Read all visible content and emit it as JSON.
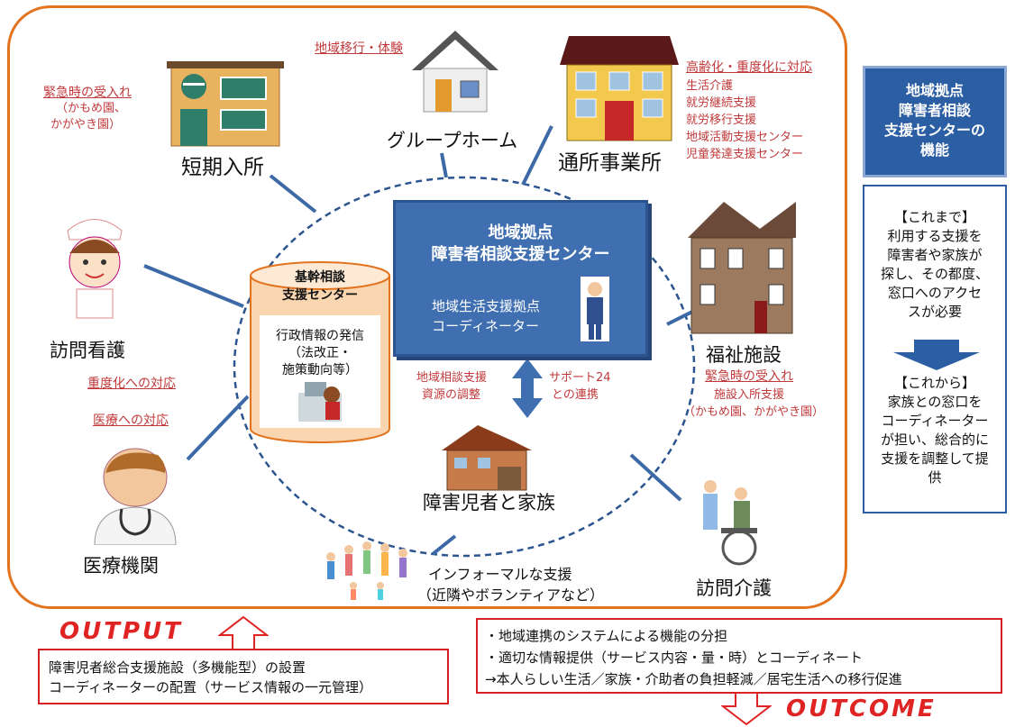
{
  "nodes": {
    "short_stay": "短期入所",
    "group_home": "グループホーム",
    "day_service": "通所事業所",
    "home_nursing": "訪問看護",
    "welfare_facility": "福祉施設",
    "family": "障害児者と家族",
    "medical": "医療機関",
    "informal_1": "インフォーマルな支援",
    "informal_2": "（近隣やボランティアなど）",
    "home_care": "訪問介護"
  },
  "annotations": {
    "emergency_title": "緊急時の受入れ",
    "emergency_1": "（かもめ園、",
    "emergency_2": "かがやき園）",
    "transition": "地域移行・体験",
    "aging_title": "高齢化・重度化に対応",
    "aging_items": [
      "生活介護",
      "就労継続支援",
      "就労移行支援",
      "地域活動支援センター",
      "児童発達支援センター"
    ],
    "severity": "重度化への対応",
    "medical_support": "医療への対応",
    "facility_emergency": "緊急時の受入れ",
    "facility_admission": "施設入所支援",
    "facility_names": "（かもめ園、かがやき園）",
    "adjust_1": "地域相談支援",
    "adjust_2": "資源の調整",
    "support24_1": "サポート24",
    "support24_2": "との連携"
  },
  "center": {
    "title_1": "地域拠点",
    "title_2": "障害者相談支援センター",
    "sub_1": "地域生活支援拠点",
    "sub_2": "コーディネーター"
  },
  "core": {
    "title_1": "基幹相談",
    "title_2": "支援センター",
    "body_1": "行政情報の発信",
    "body_2": "（法改正・",
    "body_3": "施策動向等）"
  },
  "side": {
    "title_1": "地域拠点",
    "title_2": "障害者相談",
    "title_3": "支援センターの",
    "title_4": "機能",
    "before_head": "【これまで】",
    "before_body": [
      "利用する支援を",
      "障害者や家族が",
      "探し、その都度、",
      "窓口へのアクセ",
      "スが必要"
    ],
    "after_head": "【これから】",
    "after_body": [
      "家族との窓口を",
      "コーディネーター",
      "が担い、総合的に",
      "支援を調整して提",
      "供"
    ]
  },
  "output": {
    "word": "OUTPUT",
    "lines": [
      "障害児者総合支援施設（多機能型）の設置",
      "コーディネーターの配置（サービス情報の一元管理）"
    ]
  },
  "outcome": {
    "word": "OUTCOME",
    "lines": [
      "・地域連携のシステムによる機能の分担",
      "・適切な情報提供（サービス内容・量・時）とコーディネート",
      "→本人らしい生活／家族・介助者の負担軽減／居宅生活への移行促進"
    ]
  },
  "colors": {
    "frame": "#e2731f",
    "accent_red": "#c0393b",
    "blue": "#3f6fb0"
  }
}
